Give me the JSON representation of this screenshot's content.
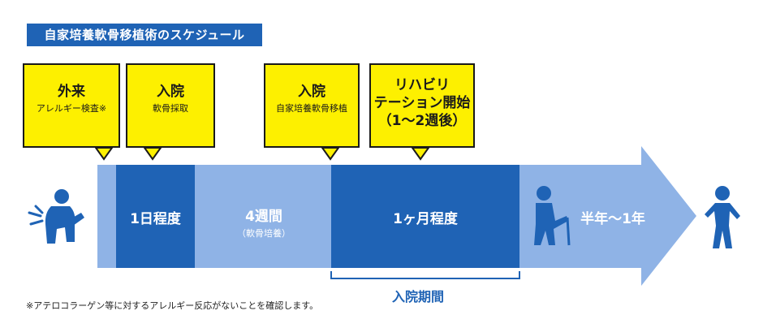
{
  "title": "自家培養軟骨移植術のスケジュール",
  "callouts": [
    {
      "heading": "外来",
      "sub": "アレルギー検査※"
    },
    {
      "heading": "入院",
      "sub": "軟骨採取"
    },
    {
      "heading": "入院",
      "sub": "自家培養軟骨移植"
    },
    {
      "heading": "リハビリ",
      "heading2": "テーション開始",
      "heading3": "（1〜2週後）"
    }
  ],
  "segments": {
    "seg1": "1日程度",
    "seg2": "4週間",
    "seg2_sub": "（軟骨培養）",
    "seg3": "1ヶ月程度",
    "seg4": "半年〜1年"
  },
  "bracket_label": "入院期間",
  "footnote": "※アテロコラーゲン等に対するアレルギー反応がないことを確認します。",
  "colors": {
    "primary": "#1f63b5",
    "light_blue": "#8fb3e6",
    "yellow": "#fdf000"
  },
  "icons": [
    "injured-person-icon",
    "walking-person-icon",
    "standing-person-icon"
  ]
}
